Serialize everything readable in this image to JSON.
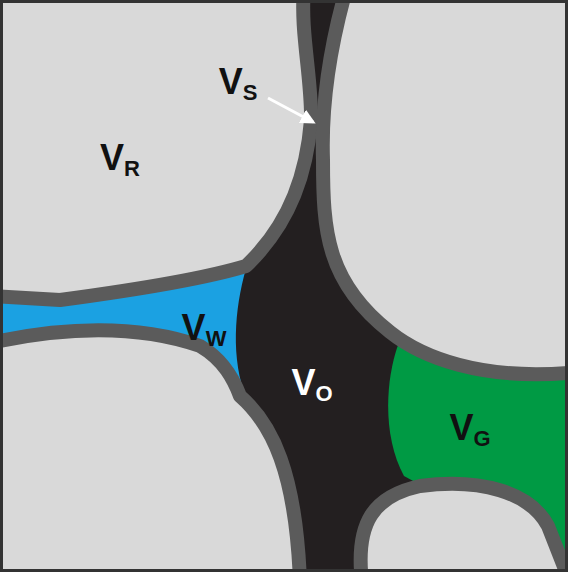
{
  "diagram": {
    "labels": [
      "VS",
      "VR",
      "VW",
      "VO",
      "VG"
    ]
  }
}
